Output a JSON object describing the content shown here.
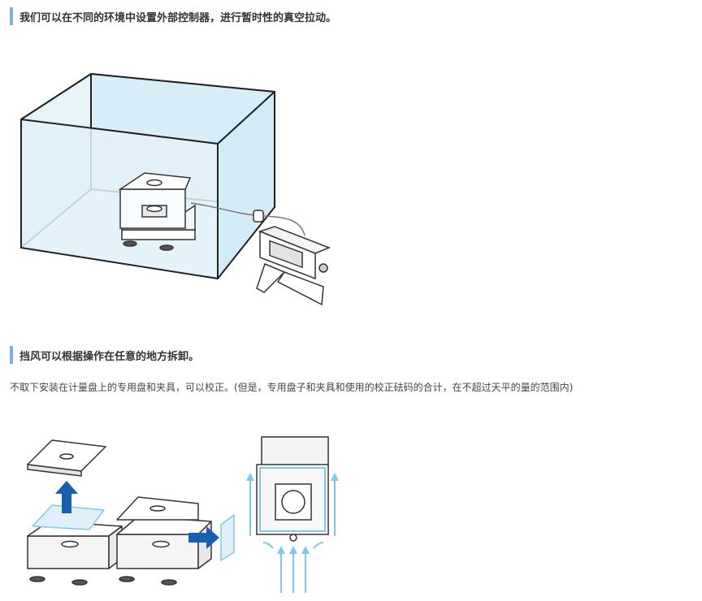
{
  "section1": {
    "heading": "我们可以在不同的环境中设置外部控制器，进行暂时性的真空拉动。"
  },
  "section2": {
    "heading": "挡风可以根据操作在任意的地方拆卸。",
    "description": "不取下安装在计量盘上的专用盘和夹具，可以校正。(但是，专用盘子和夹具和使用的校正砝码的合计，在不超过天平的量的范围内)"
  },
  "colors": {
    "accent_bar": "#7fb1dc",
    "glass": "#dff0f8",
    "arrow_blue": "#1a5fae",
    "airflow": "#7fc8e8"
  }
}
